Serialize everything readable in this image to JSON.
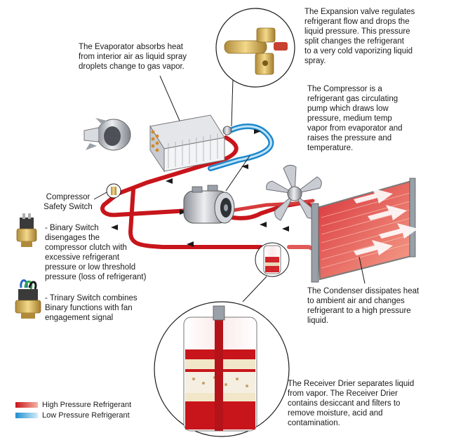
{
  "labels": {
    "expansion_valve": "The Expansion valve regulates\nrefrigerant flow and drops the\nliquid pressure. This pressure\nsplit changes the refrigerant\nto a very cold vaporizing liquid\nspray.",
    "evaporator": "The Evaporator absorbs heat\nfrom interior air as liquid spray\ndroplets change to gas vapor.",
    "compressor": "The Compressor is a\nrefrigerant gas circulating\npump which draws low\npressure, medium temp\nvapor from evaporator and\nraises the pressure and\ntemperature.",
    "safety_switch": "Compressor\nSafety Switch",
    "binary_switch": "- Binary Switch\n  disengages the\n  compressor clutch with\n  excessive refrigerant\n  pressure or low threshold\n  pressure (loss of refrigerant)",
    "trinary_switch": "- Trinary Switch combines\n  Binary functions with fan\n  engagement signal",
    "condenser": "The Condenser dissipates heat\nto ambient air and changes\nrefrigerant to a high pressure\nliquid.",
    "receiver_drier": "The Receiver Drier separates liquid\nfrom vapor. The Receiver Drier\ncontains desiccant and filters to\nremove moisture, acid and\ncontamination."
  },
  "legend": {
    "high_label": "High Pressure Refrigerant",
    "low_label": "Low Pressure Refrigerant",
    "high_color": "#c8151b",
    "low_color": "#3aa6d9"
  },
  "icons": {
    "blower": "blower-fan-icon",
    "evaporator": "evaporator-core-icon",
    "compressor": "compressor-icon",
    "fan": "cooling-fan-icon",
    "condenser": "condenser-icon",
    "drier": "receiver-drier-icon",
    "valve": "expansion-valve-icon",
    "switch": "pressure-switch-icon"
  }
}
